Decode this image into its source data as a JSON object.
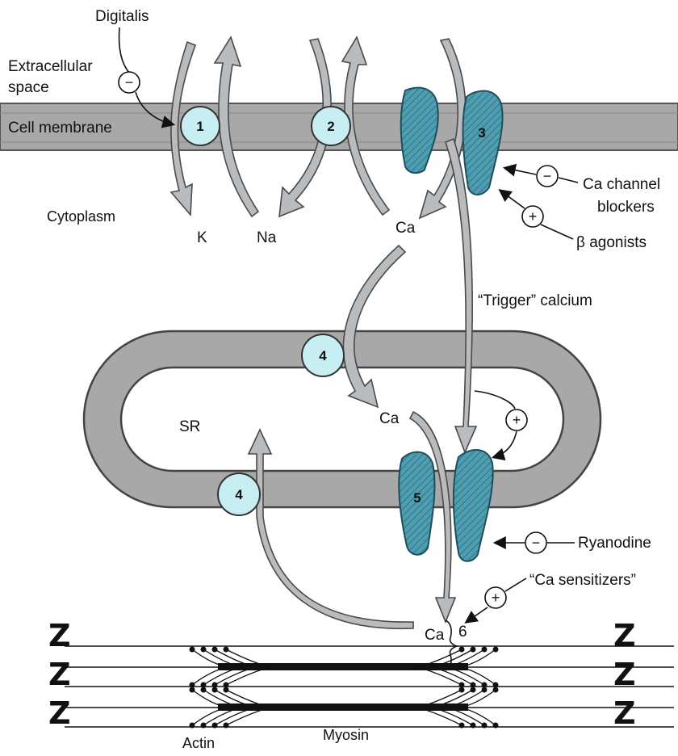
{
  "colors": {
    "membrane": "#a8a8a8",
    "membrane_edge": "#555555",
    "pump": "#c7eef2",
    "channel": "#4f9db0",
    "arrow": "#b8bcbf"
  },
  "labels": {
    "digitalis": "Digitalis",
    "extracellular_line1": "Extracellular",
    "extracellular_line2": "space",
    "cell_membrane": "Cell membrane",
    "cytoplasm": "Cytoplasm",
    "k": "K",
    "na": "Na",
    "ca_top": "Ca",
    "ca_channel_line1": "Ca channel",
    "ca_channel_line2": "blockers",
    "beta_agonists": "β agonists",
    "trigger_calcium": "“Trigger” calcium",
    "sr": "SR",
    "ca_sr": "Ca",
    "ryanodine": "Ryanodine",
    "ca_sensitizers": "“Ca sensitizers”",
    "ca_bottom": "Ca",
    "site6": "6",
    "actin": "Actin",
    "myosin": "Myosin",
    "z": "Z"
  },
  "sites": {
    "pump1": "1",
    "pump2": "2",
    "channel3": "3",
    "pump4a": "4",
    "pump4b": "4",
    "channel5": "5"
  },
  "signs": {
    "digitalis": "−",
    "ca_channel_blockers": "−",
    "beta_agonists": "+",
    "trigger": "+",
    "ryanodine": "−",
    "sensitizers": "+"
  }
}
